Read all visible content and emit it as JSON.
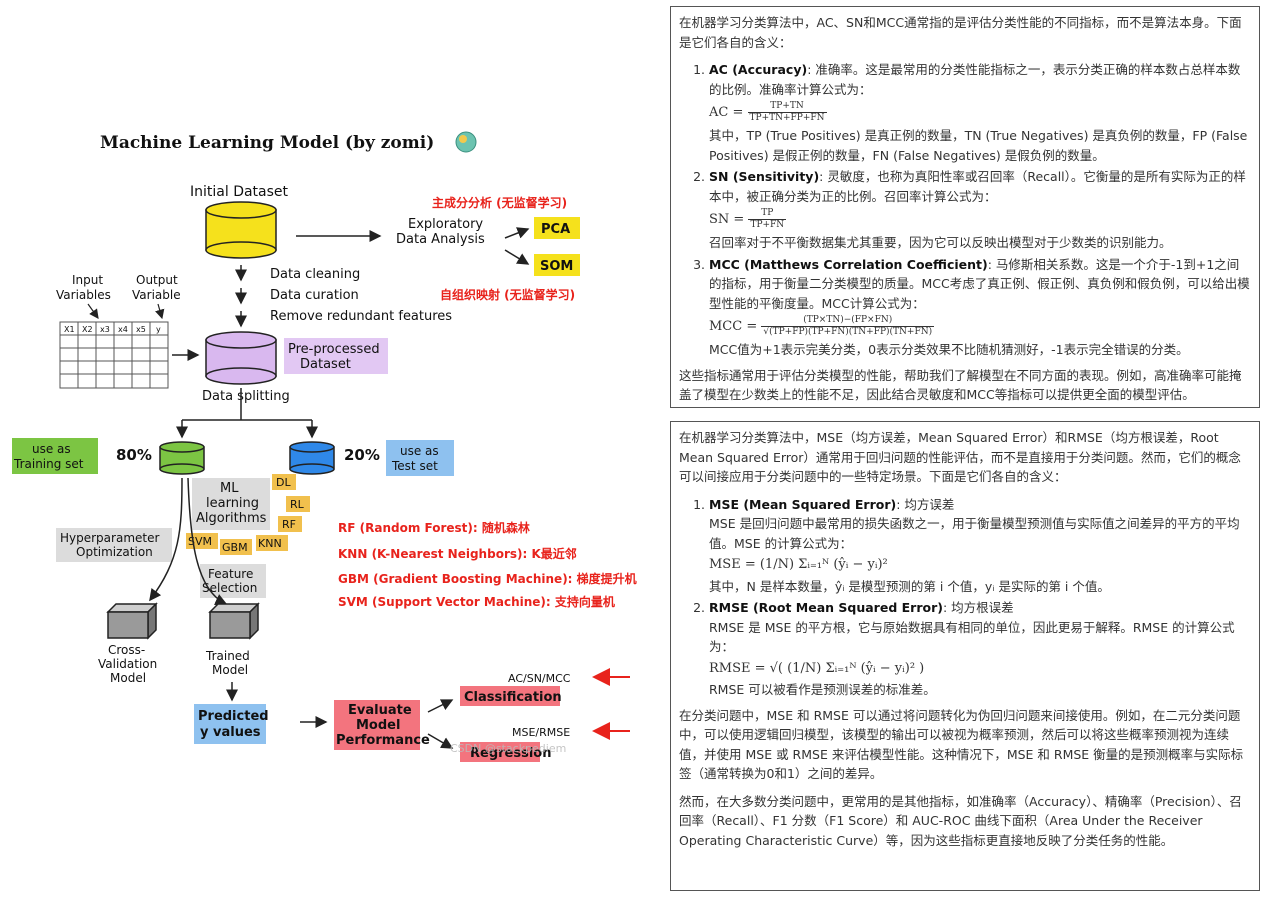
{
  "diagram": {
    "title": "Machine Learning Model (by zomi)",
    "initial_dataset": "Initial Dataset",
    "pca_label_cn": "主成分分析 (无监督学习)",
    "eda_line1": "Exploratory",
    "eda_line2": "Data Analysis",
    "pca": "PCA",
    "som": "SOM",
    "som_label_cn": "自组织映射 (无监督学习)",
    "data_cleaning": "Data cleaning",
    "data_curation": "Data curation",
    "remove_redundant": "Remove redundant features",
    "input_vars_line1": "Input",
    "input_vars_line2": "Variables",
    "output_var_line1": "Output",
    "output_var_line2": "Variable",
    "table_headers": [
      "X1",
      "X2",
      "x3",
      "x4",
      "x5",
      "y"
    ],
    "preprocessed_line1": "Pre-processed",
    "preprocessed_line2": "Dataset",
    "data_splitting": "Data splitting",
    "training_line1": "use as",
    "training_line2": "Training set",
    "pct_train": "80%",
    "pct_test": "20%",
    "test_line1": "use as",
    "test_line2": "Test set",
    "ml_line1": "ML",
    "ml_line2": "learning",
    "ml_line3": "Algorithms",
    "algo_dl": "DL",
    "algo_rl": "RL",
    "algo_rf": "RF",
    "algo_svm": "SVM",
    "algo_gbm": "GBM",
    "algo_knn": "KNN",
    "hyper_line1": "Hyperparameter",
    "hyper_line2": "Optimization",
    "feature_line1": "Feature",
    "feature_line2": "Selection",
    "legend_rf": "RF (Random Forest): 随机森林",
    "legend_knn": "KNN (K-Nearest Neighbors): K最近邻",
    "legend_gbm": "GBM (Gradient Boosting Machine): 梯度提升机",
    "legend_svm": "SVM (Support Vector Machine): 支持向量机",
    "cv_line1": "Cross-",
    "cv_line2": "Validation",
    "cv_line3": "Model",
    "trained_line1": "Trained",
    "trained_line2": "Model",
    "predicted_line1": "Predicted",
    "predicted_line2": "y values",
    "evaluate_line1": "Evaluate",
    "evaluate_line2": "Model",
    "evaluate_line3": "Performance",
    "ac_sn_mcc": "AC/SN/MCC",
    "classification": "Classification",
    "mse_rmse": "MSE/RMSE",
    "regression": "Regression",
    "watermark": "CSDN @stackpediem",
    "colors": {
      "yellow": "#f5e11c",
      "purple": "#d9b8ef",
      "green": "#7cc543",
      "blue": "#2f88e8",
      "gray": "#9a9a9a",
      "red_text": "#e8231c",
      "red_highlight": "#f3747e",
      "blue_highlight": "#8ec1ef",
      "orange_highlight": "#f1c04d"
    }
  },
  "panel1": {
    "intro": "在机器学习分类算法中，AC、SN和MCC通常指的是评估分类性能的不同指标，而不是算法本身。下面是它们各自的含义：",
    "items": [
      {
        "term": "AC (Accuracy)",
        "desc": ": 准确率。这是最常用的分类性能指标之一，表示分类正确的样本数占总样本数的比例。准确率计算公式为：",
        "formula_lhs": "AC =",
        "formula_num": "TP+TN",
        "formula_den": "TP+TN+FP+FN",
        "after": "其中，TP (True Positives) 是真正例的数量，TN (True Negatives) 是真负例的数量，FP (False Positives) 是假正例的数量，FN (False Negatives) 是假负例的数量。"
      },
      {
        "term": "SN (Sensitivity)",
        "desc": ": 灵敏度，也称为真阳性率或召回率（Recall）。它衡量的是所有实际为正的样本中，被正确分类为正的比例。召回率计算公式为：",
        "formula_lhs": "SN =",
        "formula_num": "TP",
        "formula_den": "TP+FN",
        "after": "召回率对于不平衡数据集尤其重要，因为它可以反映出模型对于少数类的识别能力。"
      },
      {
        "term": "MCC (Matthews Correlation Coefficient)",
        "desc": ": 马修斯相关系数。这是一个介于-1到+1之间的指标，用于衡量二分类模型的质量。MCC考虑了真正例、假正例、真负例和假负例，可以给出模型性能的平衡度量。MCC计算公式为：",
        "formula_lhs": "MCC =",
        "formula_num": "(TP×TN)−(FP×FN)",
        "formula_den": "√(TP+FP)(TP+FN)(TN+FP)(TN+FN)",
        "after": "MCC值为+1表示完美分类，0表示分类效果不比随机猜测好，-1表示完全错误的分类。"
      }
    ],
    "outro": "这些指标通常用于评估分类模型的性能，帮助我们了解模型在不同方面的表现。例如，高准确率可能掩盖了模型在少数类上的性能不足，因此结合灵敏度和MCC等指标可以提供更全面的模型评估。"
  },
  "panel2": {
    "intro": "在机器学习分类算法中，MSE（均方误差，Mean Squared Error）和RMSE（均方根误差，Root Mean Squared Error）通常用于回归问题的性能评估，而不是直接用于分类问题。然而，它们的概念可以间接应用于分类问题中的一些特定场景。下面是它们各自的含义：",
    "items": [
      {
        "term": "MSE (Mean Squared Error)",
        "desc": ": 均方误差",
        "detail": "MSE 是回归问题中最常用的损失函数之一，用于衡量模型预测值与实际值之间差异的平方的平均值。MSE 的计算公式为：",
        "formula": "MSE = (1/N) Σᵢ₌₁ᴺ (ŷᵢ − yᵢ)²",
        "after": "其中，N 是样本数量，ŷᵢ 是模型预测的第 i 个值，yᵢ 是实际的第 i 个值。"
      },
      {
        "term": "RMSE (Root Mean Squared Error)",
        "desc": ": 均方根误差",
        "detail": "RMSE 是 MSE 的平方根，它与原始数据具有相同的单位，因此更易于解释。RMSE 的计算公式为：",
        "formula": "RMSE = √( (1/N) Σᵢ₌₁ᴺ (ŷᵢ − yᵢ)² )",
        "after": "RMSE 可以被看作是预测误差的标准差。"
      }
    ],
    "para2": "在分类问题中，MSE 和 RMSE 可以通过将问题转化为伪回归问题来间接使用。例如，在二元分类问题中，可以使用逻辑回归模型，该模型的输出可以被视为概率预测，然后可以将这些概率预测视为连续值，并使用 MSE 或 RMSE 来评估模型性能。这种情况下，MSE 和 RMSE 衡量的是预测概率与实际标签（通常转换为0和1）之间的差异。",
    "para3": "然而，在大多数分类问题中，更常用的是其他指标，如准确率（Accuracy）、精确率（Precision）、召回率（Recall）、F1 分数（F1 Score）和 AUC-ROC 曲线下面积（Area Under the Receiver Operating Characteristic Curve）等，因为这些指标更直接地反映了分类任务的性能。"
  }
}
